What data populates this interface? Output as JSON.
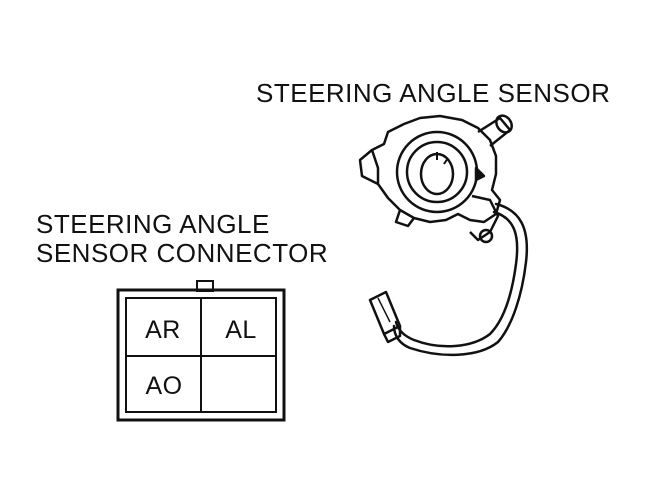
{
  "labels": {
    "sensor": "STEERING ANGLE SENSOR",
    "connector_line1": "STEERING ANGLE",
    "connector_line2": "SENSOR CONNECTOR"
  },
  "connector": {
    "cells": [
      "AR",
      "AL",
      "AO",
      ""
    ]
  },
  "colors": {
    "ink": "#111111",
    "paper": "#ffffff"
  }
}
